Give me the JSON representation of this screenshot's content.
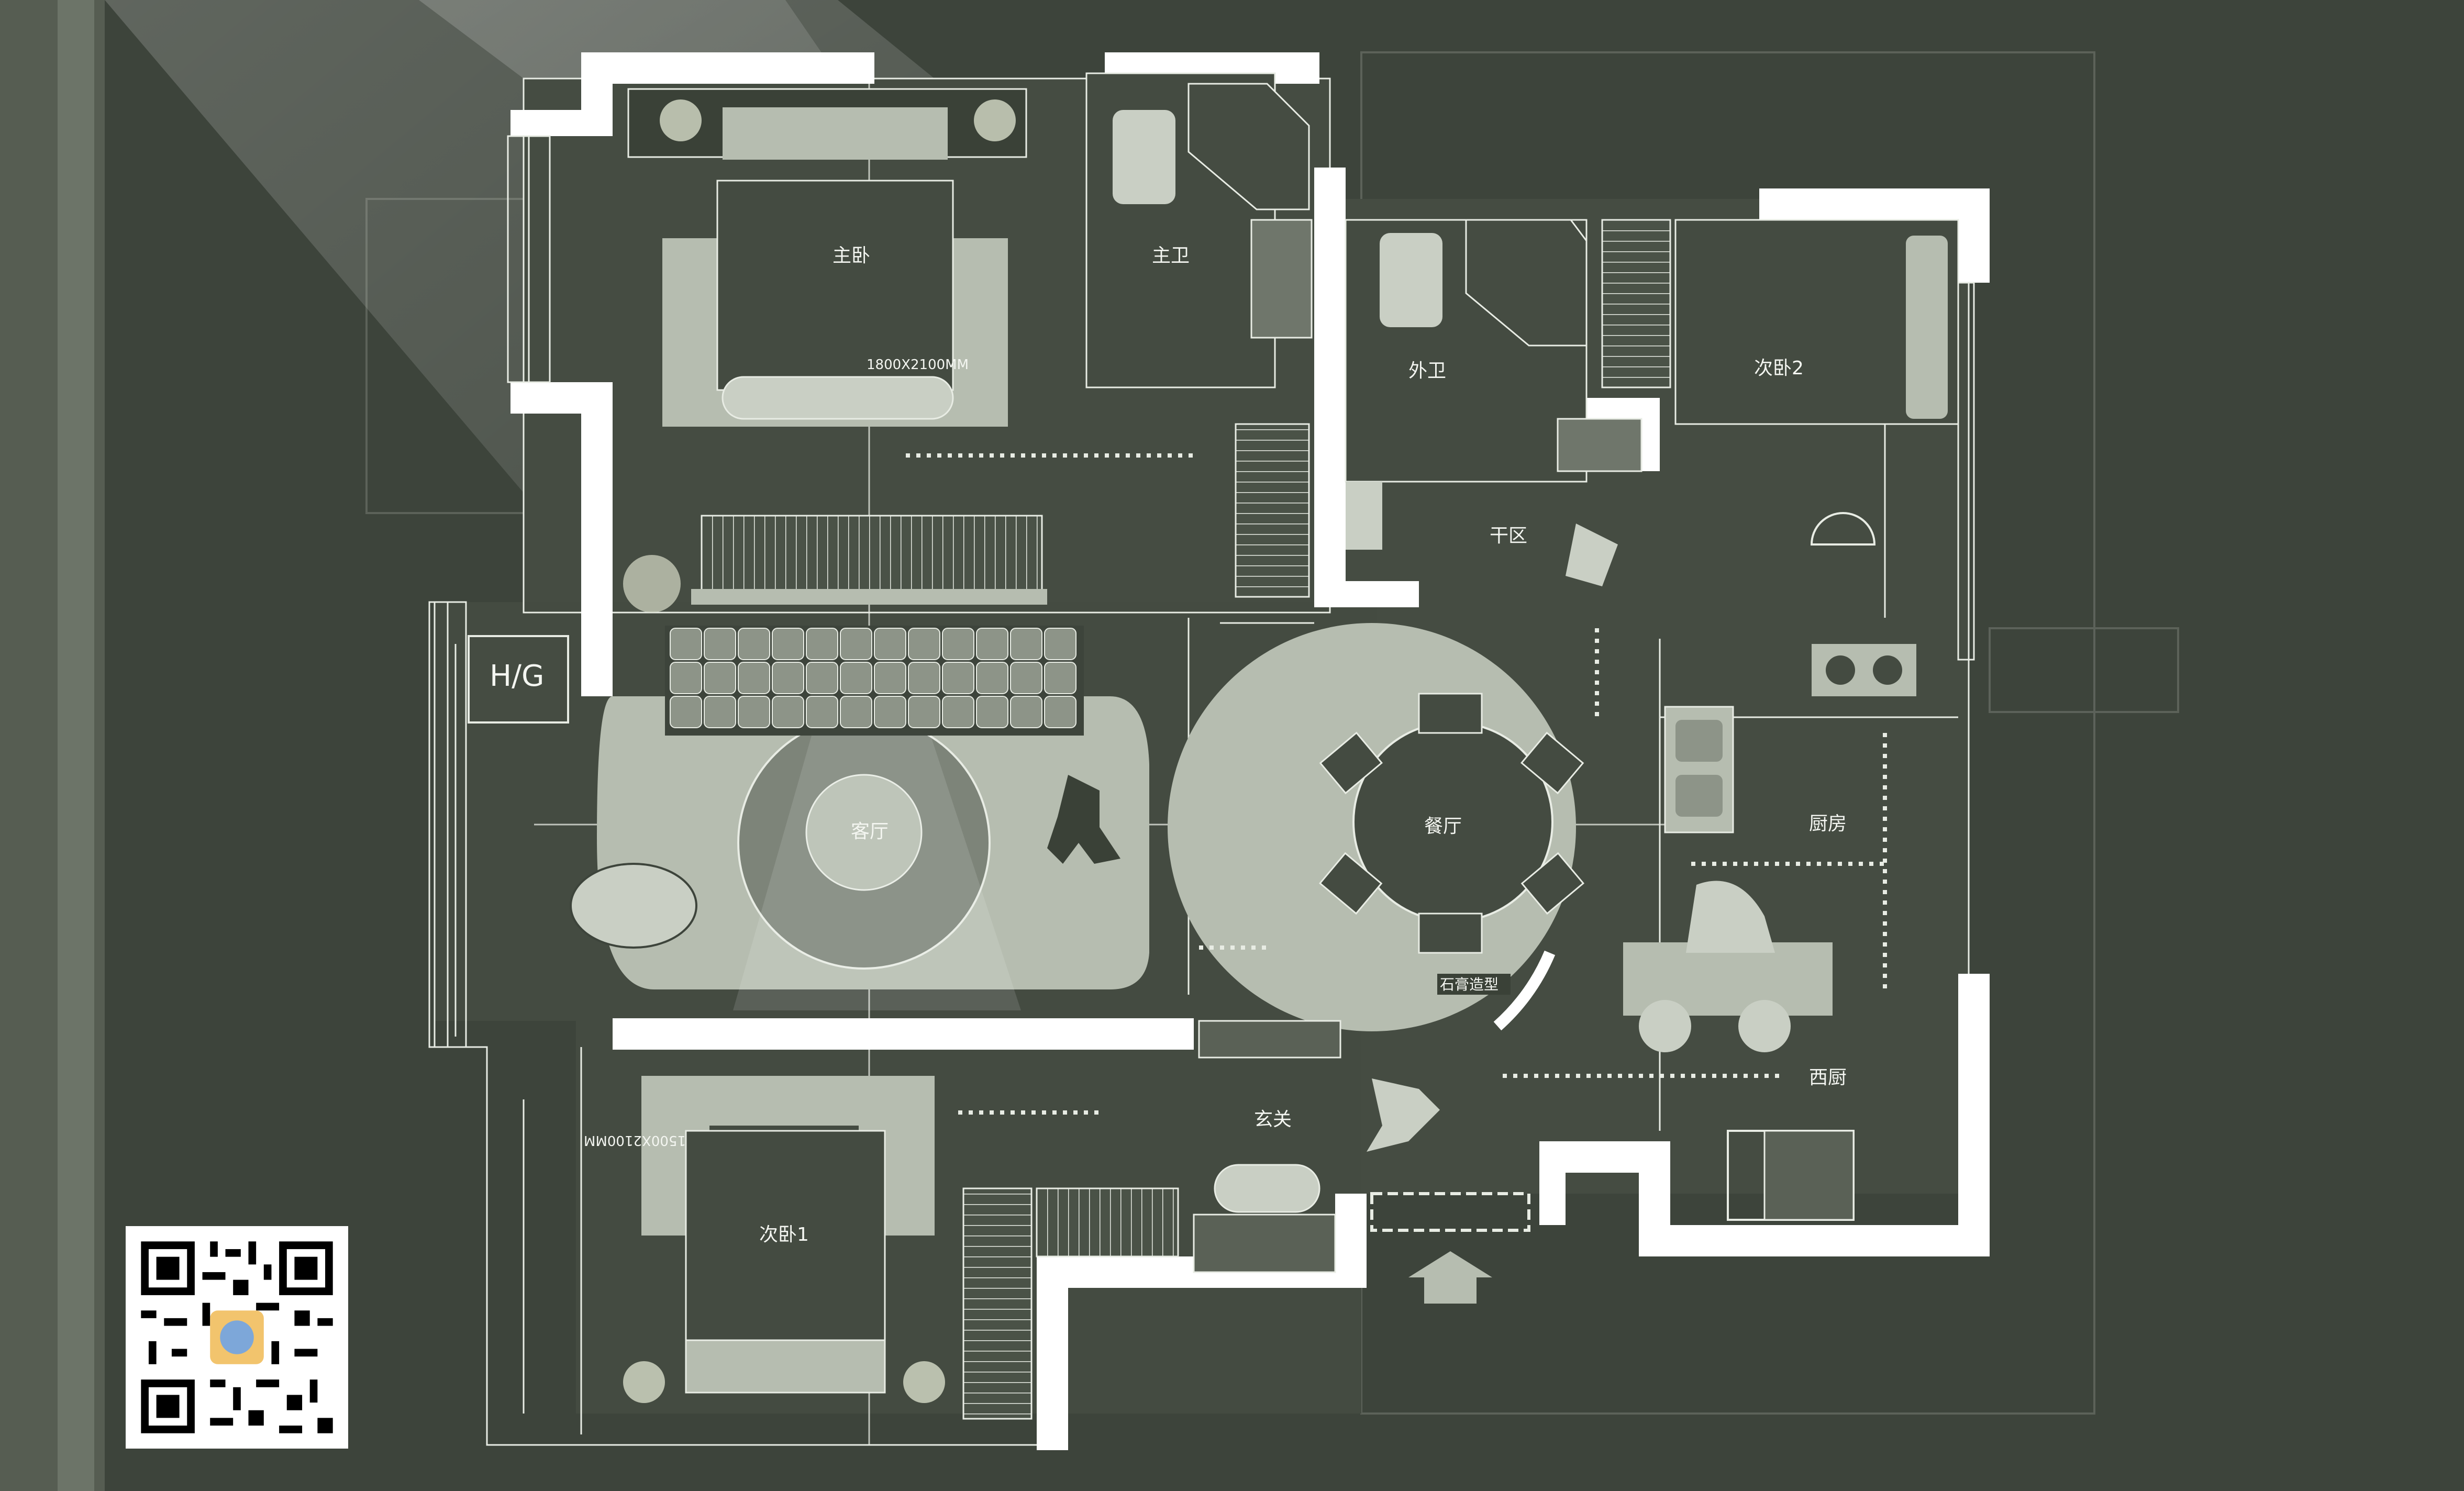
{
  "title_chars": [
    "平",
    "面",
    "优",
    "化",
    "进",
    "行",
    "中"
  ],
  "rooms": {
    "master_bedroom": "主卧",
    "master_bath": "主卫",
    "guest_bath": "外卫",
    "bedroom2": "次卧2",
    "dry_area": "干区",
    "living_room": "客厅",
    "dining_room": "餐厅",
    "kitchen": "厨房",
    "western_kitchen": "西厨",
    "foyer": "玄关",
    "bedroom1": "次卧1"
  },
  "annotations": {
    "hg": "H/G",
    "bed_size_master": "1800X2100MM",
    "bed_size_b1": "1500X2100MM",
    "gypsum": "石膏造型"
  },
  "colors": {
    "background": "#3d443b",
    "wall": "#ffffff",
    "furniture": "#b6bdb0",
    "line": "#e8ece4"
  }
}
